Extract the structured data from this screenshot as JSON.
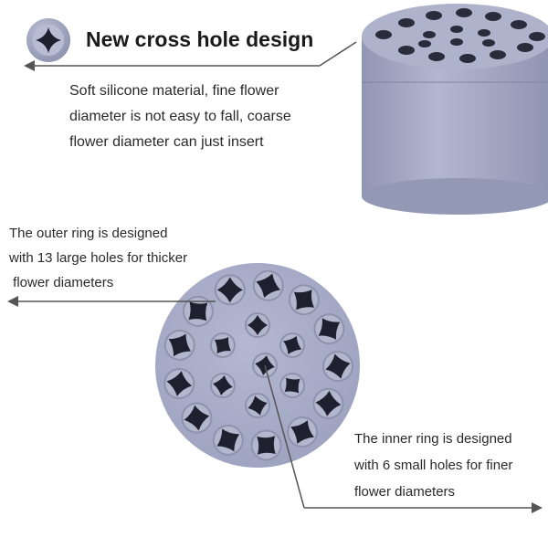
{
  "top_callout": {
    "title": "New cross hole design",
    "icon": "cross-hole-icon",
    "description_lines": [
      "Soft silicone material, fine flower",
      "diameter is not easy to fall, coarse",
      "flower diameter can just insert"
    ]
  },
  "outer_ring_callout": {
    "lines": [
      "The outer ring is designed",
      "with 13 large holes for thicker",
      " flower diameters"
    ]
  },
  "inner_ring_callout": {
    "lines": [
      "The inner ring is designed",
      "with 6 small holes for finer",
      "flower diameters"
    ]
  },
  "colors": {
    "silicone": "#a9aec9",
    "silicone_dark": "#8e93b0",
    "hole": "#1e2030",
    "arrow": "#555555"
  }
}
